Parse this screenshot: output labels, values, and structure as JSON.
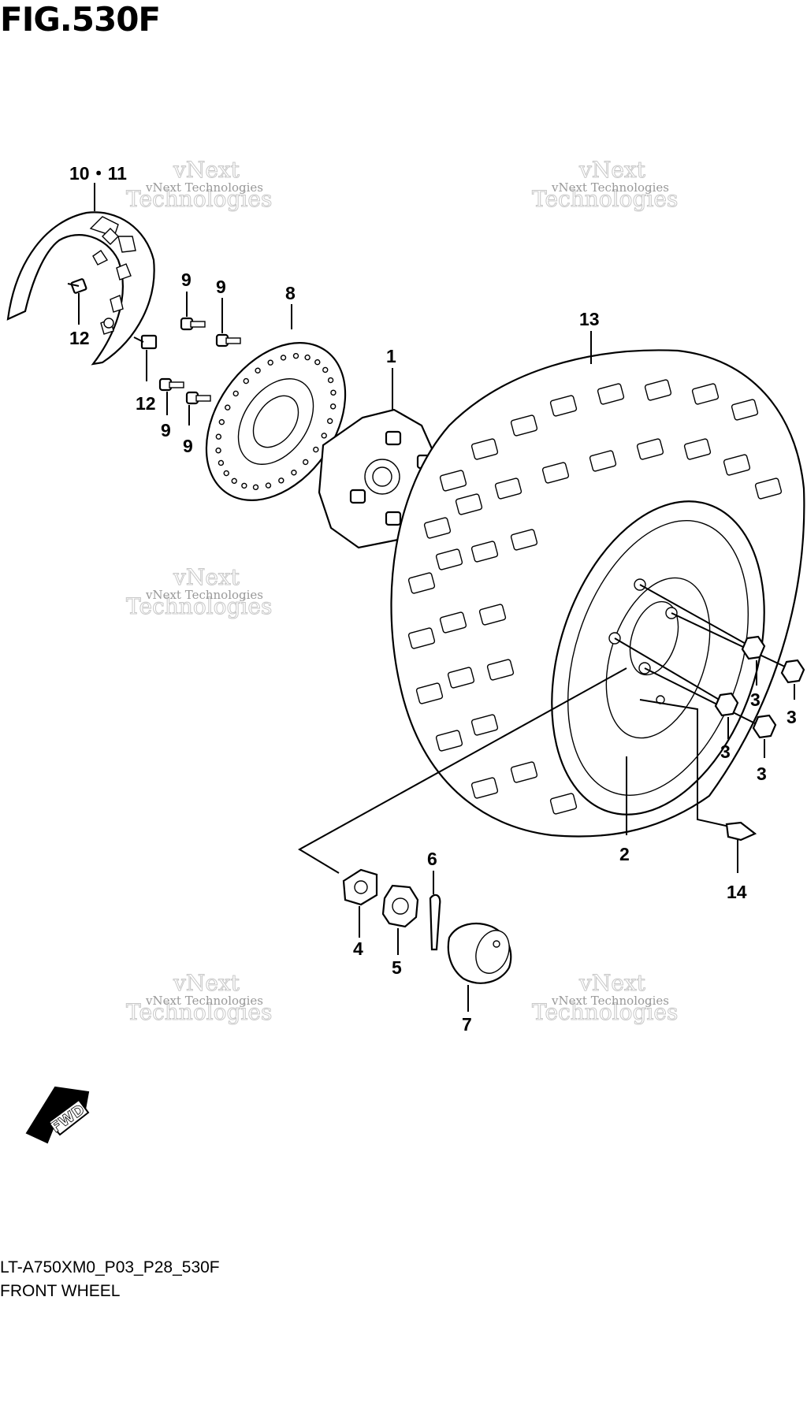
{
  "figure": {
    "title": "FIG.530F",
    "code": "LT-A750XM0_P03_P28_530F",
    "name": "FRONT WHEEL"
  },
  "watermark": {
    "line_small": "vNext Technologies",
    "line_big_1": "vNext",
    "line_big_2": "Technologies"
  },
  "direction_badge": "FWD",
  "callouts": {
    "brake_cover": "10・11",
    "bolt_12_upper": "12",
    "bolt_12_lower": "12",
    "screw_9_a": "9",
    "screw_9_b": "9",
    "screw_9_c": "9",
    "screw_9_d": "9",
    "disc": "8",
    "hub": "1",
    "tire": "13",
    "rim": "2",
    "nut_3_a": "3",
    "nut_3_b": "3",
    "nut_3_c": "3",
    "nut_3_d": "3",
    "valve": "14",
    "washer": "4",
    "castle_nut": "5",
    "cotter_pin": "6",
    "hub_cap": "7"
  }
}
